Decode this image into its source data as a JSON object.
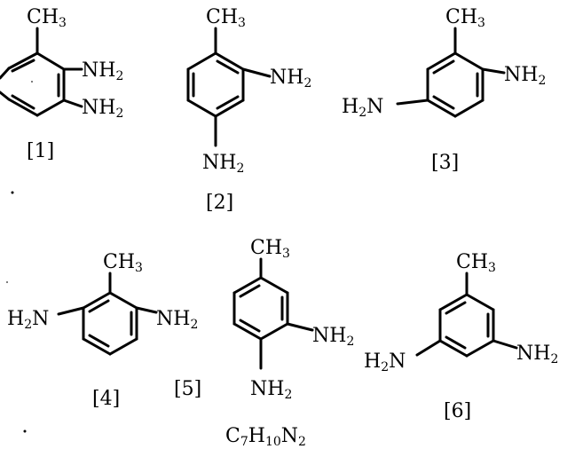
{
  "compounds": [
    {
      "index": "[1]",
      "groups": [
        {
          "main": "CH",
          "sub": "3"
        },
        {
          "main": "NH",
          "sub": "2"
        },
        {
          "main": "NH",
          "sub": "2"
        }
      ]
    },
    {
      "index": "[2]",
      "groups": [
        {
          "main": "CH",
          "sub": "3"
        },
        {
          "main": "NH",
          "sub": "2"
        },
        {
          "main": "NH",
          "sub": "2"
        }
      ]
    },
    {
      "index": "[3]",
      "groups": [
        {
          "main": "CH",
          "sub": "3"
        },
        {
          "main": "NH",
          "sub": "2"
        },
        {
          "pre": "H",
          "sub": "2",
          "post": "N"
        }
      ]
    },
    {
      "index": "[4]",
      "groups": [
        {
          "main": "CH",
          "sub": "3"
        },
        {
          "pre": "H",
          "sub": "2",
          "post": "N"
        },
        {
          "main": "NH",
          "sub": "2"
        }
      ]
    },
    {
      "index": "[5]",
      "groups": [
        {
          "main": "CH",
          "sub": "3"
        },
        {
          "main": "NH",
          "sub": "2"
        },
        {
          "main": "NH",
          "sub": "2"
        }
      ]
    },
    {
      "index": "[6]",
      "groups": [
        {
          "main": "CH",
          "sub": "3"
        },
        {
          "pre": "H",
          "sub": "2",
          "post": "N"
        },
        {
          "main": "NH",
          "sub": "2"
        }
      ]
    }
  ],
  "formula": {
    "c": "C",
    "c_n": "7",
    "h": "H",
    "h_n": "10",
    "n": "N",
    "n_n": "2"
  }
}
